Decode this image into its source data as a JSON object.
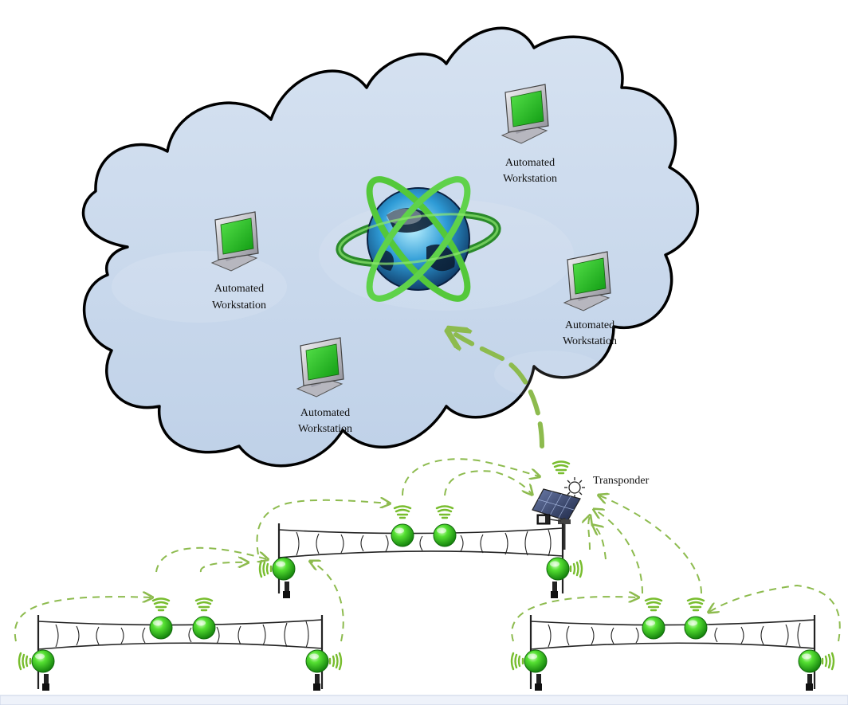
{
  "diagram": {
    "workstation_label_line1": "Automated",
    "workstation_label_line2": "Workstation",
    "transponder_label": "Transponder",
    "colors": {
      "cloud_fill": "#c9d8ec",
      "cloud_stroke": "#000000",
      "node_green": "#2fc61b",
      "signal_green": "#7cbf33",
      "arrow_green": "#8dbb4e",
      "ground": "#eef2fa"
    },
    "icons": [
      "globe-icon",
      "workstation-icon",
      "solar-panel-icon",
      "sun-icon",
      "sensor-node-icon",
      "signal-wave-icon"
    ]
  }
}
